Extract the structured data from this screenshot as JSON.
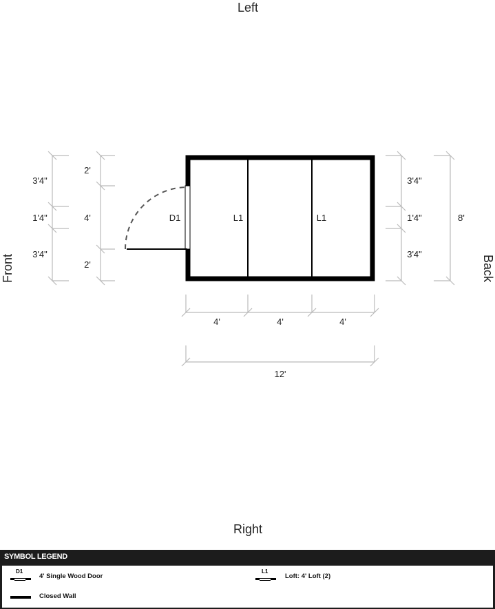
{
  "sides": {
    "top": "Left",
    "bottom": "Right",
    "left": "Front",
    "right": "Back"
  },
  "left_dims_outer": [
    "3'4\"",
    "1'4\"",
    "3'4\""
  ],
  "left_dims_inner": [
    "2'",
    "4'",
    "2'"
  ],
  "right_dims_inner": [
    "3'4\"",
    "1'4\"",
    "3'4\""
  ],
  "right_dim_total": "8'",
  "bottom_dims": [
    "4'",
    "4'",
    "4'"
  ],
  "bottom_total": "12'",
  "plan_labels": {
    "door": "D1",
    "loft1": "L1",
    "loft2": "L1"
  },
  "legend": {
    "title": "SYMBOL LEGEND",
    "items": [
      {
        "code": "D1",
        "label": "4' Single Wood Door"
      },
      {
        "code": "L1",
        "label": "Loft: 4' Loft (2)"
      },
      {
        "code": "",
        "label": "Closed Wall"
      }
    ]
  }
}
